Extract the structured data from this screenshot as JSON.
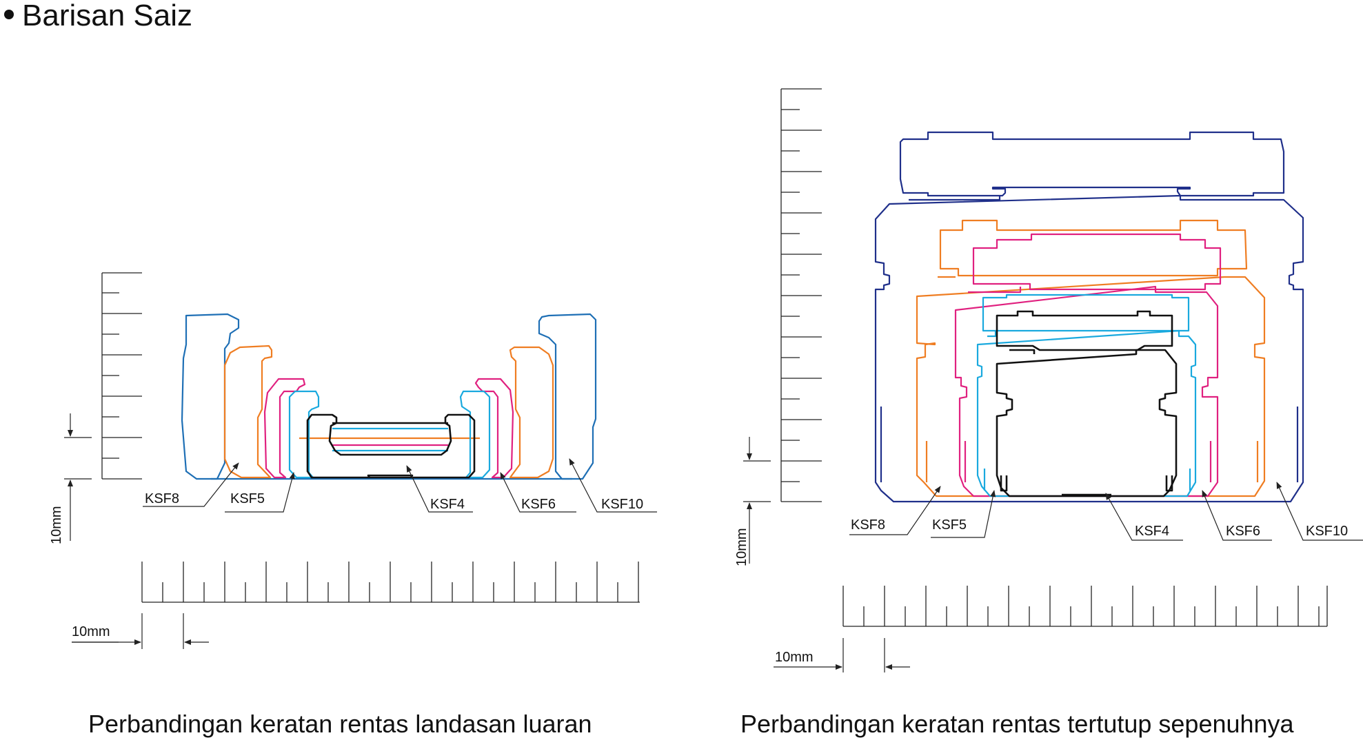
{
  "title": "Barisan Saiz",
  "left_panel": {
    "caption": "Perbandingan keratan rentas landasan luaran",
    "labels": [
      "KSF8",
      "KSF5",
      "KSF4",
      "KSF6",
      "KSF10"
    ],
    "scale_vertical": "10mm",
    "scale_horizontal": "10mm"
  },
  "right_panel": {
    "caption": "Perbandingan keratan rentas tertutup sepenuhnya",
    "labels": [
      "KSF8",
      "KSF5",
      "KSF4",
      "KSF6",
      "KSF10"
    ],
    "scale_vertical": "10mm",
    "scale_horizontal": "10mm"
  },
  "colors": {
    "KSF10": "#1e6fb5",
    "KSF10_closed": "#1f2f8a",
    "KSF8": "#ef7d22",
    "KSF6": "#e0207f",
    "KSF5": "#19a9de",
    "KSF4": "#111111"
  }
}
